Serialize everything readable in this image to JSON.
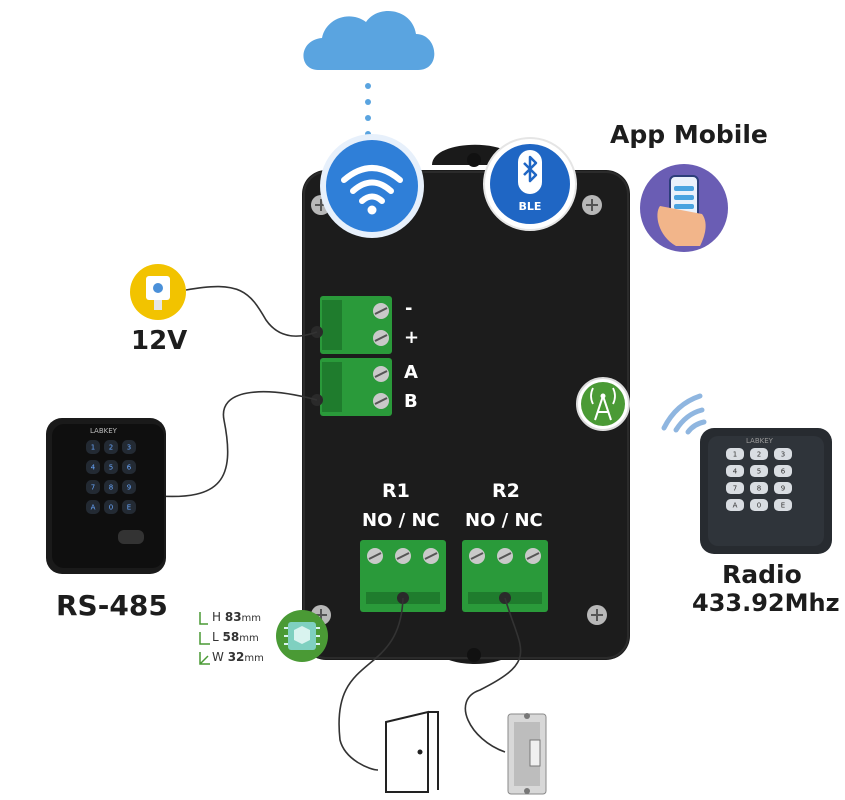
{
  "labels": {
    "app_mobile": "App Mobile",
    "power": "12V",
    "rs485": "RS-485",
    "radio_line1": "Radio",
    "radio_line2": "433.92Mhz",
    "ble": "BLE",
    "terminal_minus": "-",
    "terminal_plus": "+",
    "terminal_a": "A",
    "terminal_b": "B",
    "relay1": "R1",
    "relay2": "R2",
    "relay1_contacts": "NO / NC",
    "relay2_contacts": "NO / NC",
    "brand": "LABKEY"
  },
  "keypad_keys": [
    "1",
    "2",
    "3",
    "4",
    "5",
    "6",
    "7",
    "8",
    "9",
    "A",
    "0",
    "E"
  ],
  "dimensions": {
    "height_prefix": "H ",
    "height_value": "83",
    "height_unit": "mm",
    "length_prefix": "L ",
    "length_value": "58",
    "length_unit": "mm",
    "width_prefix": "W ",
    "width_value": "32",
    "width_unit": "mm"
  },
  "colors": {
    "enclosure": "#1c1c1c",
    "terminal_green": "#2a9a3a",
    "wifi_blue": "#2f7fd8",
    "cloud_blue": "#5aa4e0",
    "ble_blue": "#1f66c4",
    "app_purple": "#6a5db4",
    "power_yellow": "#f2c300",
    "antenna_green": "#4a9a35"
  },
  "icons": [
    "cloud-icon",
    "wifi-icon",
    "bluetooth-icon",
    "smartphone-hand-icon",
    "power-plug-icon",
    "antenna-icon",
    "radio-waves-icon",
    "chip-icon",
    "door-icon",
    "electric-strike-icon"
  ]
}
